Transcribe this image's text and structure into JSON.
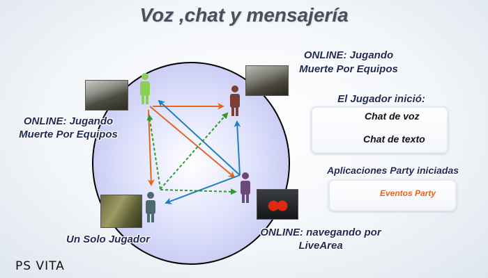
{
  "title": "Voz ,chat y mensajería",
  "players": [
    {
      "status": "ONLINE: Jugando",
      "activity": "Muerte Por Equipos",
      "color": "#8bd055"
    },
    {
      "status": "ONLINE: Jugando",
      "activity": "Muerte Por Equipos",
      "color": "#7b3f38"
    },
    {
      "status": "ONLINE: navegando por",
      "activity": "LiveArea",
      "color": "#6a4a7a"
    },
    {
      "status": "Un Solo Jugador",
      "activity": "",
      "color": "#4f6a6c"
    }
  ],
  "legend": {
    "heading": "El Jugador inició:",
    "voice": "Chat de voz",
    "text": "Chat de texto",
    "party_heading": "Aplicaciones Party iniciadas",
    "party": "Eventos Party"
  },
  "colors": {
    "voice": "#e8641e",
    "text": "#1f7fc0",
    "party": "#2e9a2e",
    "party_label": "#e8641e"
  },
  "logo": "PS VITA"
}
